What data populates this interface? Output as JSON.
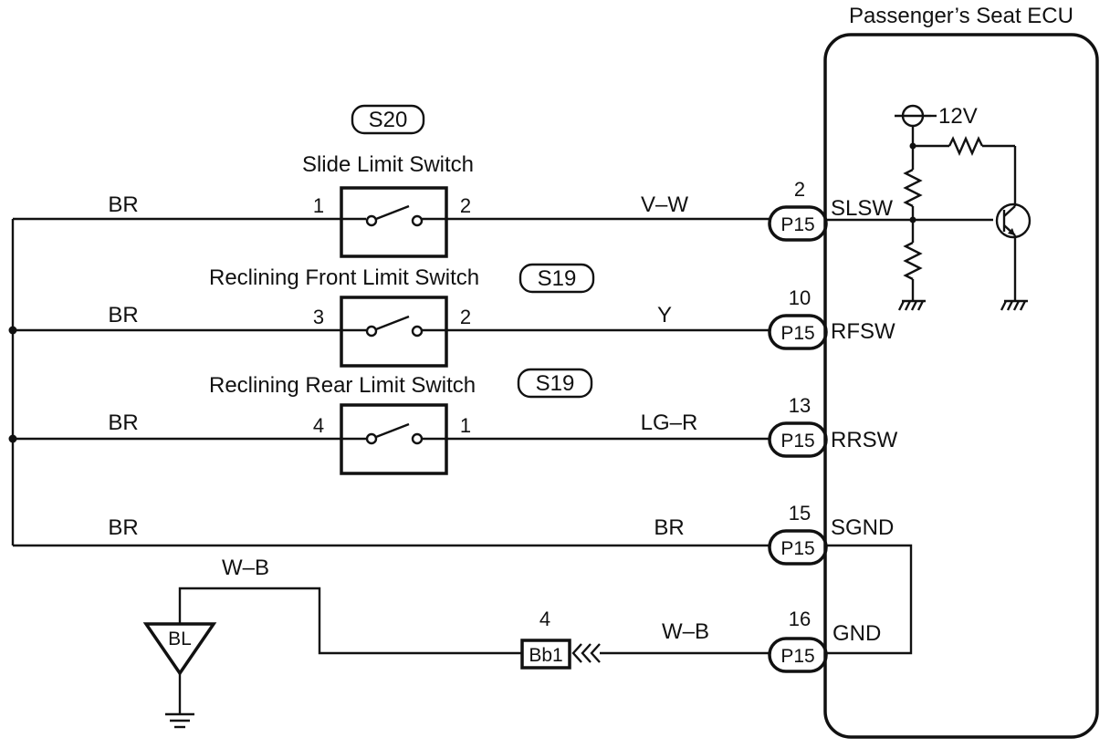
{
  "ecu": {
    "title": "Passenger’s Seat ECU",
    "power_label": "12V",
    "terminals": [
      {
        "name": "SLSW",
        "pin": "2",
        "connector": "P15"
      },
      {
        "name": "RFSW",
        "pin": "10",
        "connector": "P15"
      },
      {
        "name": "RRSW",
        "pin": "13",
        "connector": "P15"
      },
      {
        "name": "SGND",
        "pin": "15",
        "connector": "P15"
      },
      {
        "name": "GND",
        "pin": "16",
        "connector": "P15"
      }
    ]
  },
  "switches": [
    {
      "name": "Slide Limit Switch",
      "connector": "S20",
      "pin_in": "1",
      "pin_out": "2"
    },
    {
      "name": "Reclining Front Limit Switch",
      "connector": "S19",
      "pin_in": "3",
      "pin_out": "2"
    },
    {
      "name": "Reclining Rear Limit Switch",
      "connector": "S19",
      "pin_in": "4",
      "pin_out": "1"
    }
  ],
  "wires": {
    "left_rows": [
      "BR",
      "BR",
      "BR",
      "BR"
    ],
    "right_rows": [
      "V–W",
      "Y",
      "LG–R",
      "BR"
    ],
    "ground_in": "W–B",
    "ground_out": "W–B"
  },
  "ground": {
    "junction_connector": "Bb1",
    "junction_pin": "4",
    "point": "BL"
  }
}
